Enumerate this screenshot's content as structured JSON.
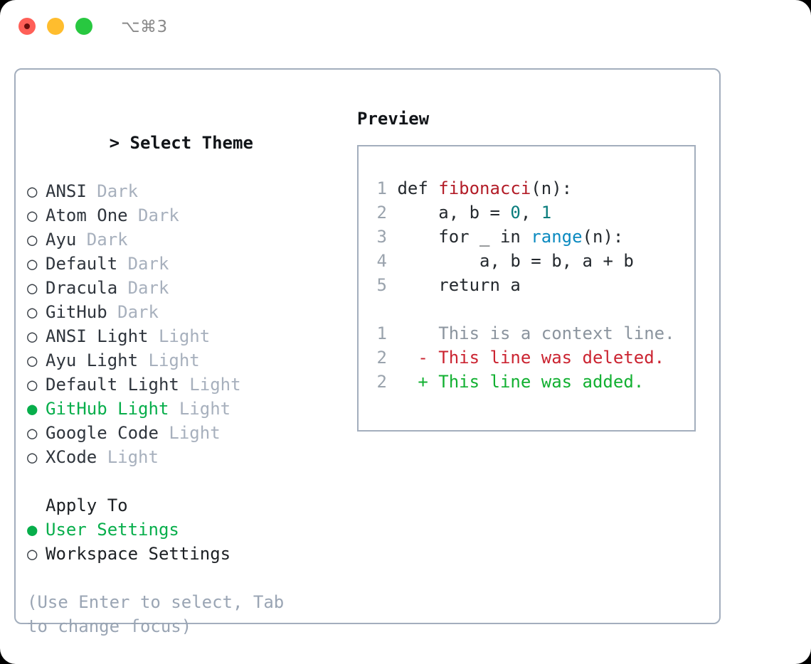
{
  "window": {
    "title": "⌥⌘3",
    "traffic_lights": [
      {
        "name": "close",
        "color": "#ff5f57"
      },
      {
        "name": "minimize",
        "color": "#ffbd2e"
      },
      {
        "name": "maximize",
        "color": "#28c840"
      }
    ]
  },
  "theme_picker": {
    "header": "> Select Theme",
    "caret": ">",
    "header_label": "Select Theme",
    "bullet_selected": "●",
    "bullet_unselected": "○",
    "themes": [
      {
        "name": "ANSI",
        "kind": "Dark",
        "selected": false
      },
      {
        "name": "Atom One",
        "kind": "Dark",
        "selected": false
      },
      {
        "name": "Ayu",
        "kind": "Dark",
        "selected": false
      },
      {
        "name": "Default",
        "kind": "Dark",
        "selected": false
      },
      {
        "name": "Dracula",
        "kind": "Dark",
        "selected": false
      },
      {
        "name": "GitHub",
        "kind": "Dark",
        "selected": false
      },
      {
        "name": "ANSI Light",
        "kind": "Light",
        "selected": false
      },
      {
        "name": "Ayu Light",
        "kind": "Light",
        "selected": false
      },
      {
        "name": "Default Light",
        "kind": "Light",
        "selected": false
      },
      {
        "name": "GitHub Light",
        "kind": "Light",
        "selected": true
      },
      {
        "name": "Google Code",
        "kind": "Light",
        "selected": false
      },
      {
        "name": "XCode",
        "kind": "Light",
        "selected": false
      }
    ]
  },
  "apply_to": {
    "header": "Apply To",
    "options": [
      {
        "name": "User Settings",
        "selected": true
      },
      {
        "name": "Workspace Settings",
        "selected": false
      }
    ]
  },
  "hint": "(Use Enter to select, Tab to change focus)",
  "preview": {
    "title": "Preview",
    "code_lines": [
      {
        "no": "1",
        "segments": [
          {
            "t": "def ",
            "c": "plain"
          },
          {
            "t": "fibonacci",
            "c": "fn"
          },
          {
            "t": "(n):",
            "c": "plain"
          }
        ]
      },
      {
        "no": "2",
        "segments": [
          {
            "t": "    a, b = ",
            "c": "plain"
          },
          {
            "t": "0",
            "c": "num"
          },
          {
            "t": ", ",
            "c": "plain"
          },
          {
            "t": "1",
            "c": "num"
          }
        ]
      },
      {
        "no": "3",
        "segments": [
          {
            "t": "    for _ in ",
            "c": "plain"
          },
          {
            "t": "range",
            "c": "call"
          },
          {
            "t": "(n):",
            "c": "plain"
          }
        ]
      },
      {
        "no": "4",
        "segments": [
          {
            "t": "        a, b = b, a + b",
            "c": "plain"
          }
        ]
      },
      {
        "no": "5",
        "segments": [
          {
            "t": "    return a",
            "c": "plain"
          }
        ]
      }
    ],
    "diff_lines": [
      {
        "no": "1",
        "marker": " ",
        "text": "This is a context line.",
        "kind": "ctx"
      },
      {
        "no": "2",
        "marker": "-",
        "text": "This line was deleted.",
        "kind": "del"
      },
      {
        "no": "2",
        "marker": "+",
        "text": "This line was added.",
        "kind": "add"
      }
    ]
  },
  "colors": {
    "accent_green": "#07ae4b",
    "border": "#a3aebd",
    "muted": "#a7b0bd",
    "hint": "#9aa5b4",
    "syntax_function": "#b31d28",
    "syntax_number": "#0a7d7d",
    "syntax_call": "#0b8ac0",
    "diff_add": "#12b031",
    "diff_del": "#cb2431",
    "diff_ctx": "#8b949e"
  }
}
